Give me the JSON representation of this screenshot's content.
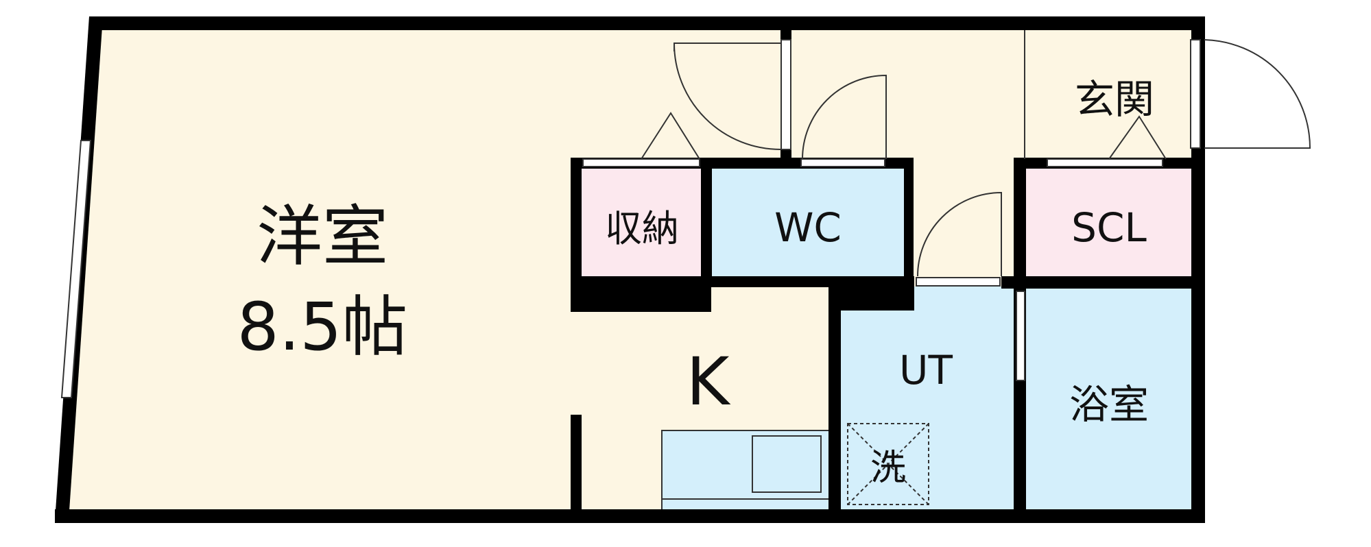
{
  "rooms": {
    "western_room": {
      "name": "洋室",
      "size": "8.5帖"
    },
    "kitchen": {
      "name": "K"
    },
    "storage": {
      "name": "収納"
    },
    "wc": {
      "name": "WC"
    },
    "entrance": {
      "name": "玄関"
    },
    "shoe_closet": {
      "name": "SCL"
    },
    "utility": {
      "name": "UT"
    },
    "bathroom": {
      "name": "浴室"
    },
    "washer": {
      "name": "洗"
    }
  },
  "colors": {
    "wall": "#000000",
    "living_floor": "#fdf6e3",
    "storage_floor": "#fce8ee",
    "wet_area_floor": "#d4effb",
    "window": "#ffffff",
    "line": "#333333"
  }
}
